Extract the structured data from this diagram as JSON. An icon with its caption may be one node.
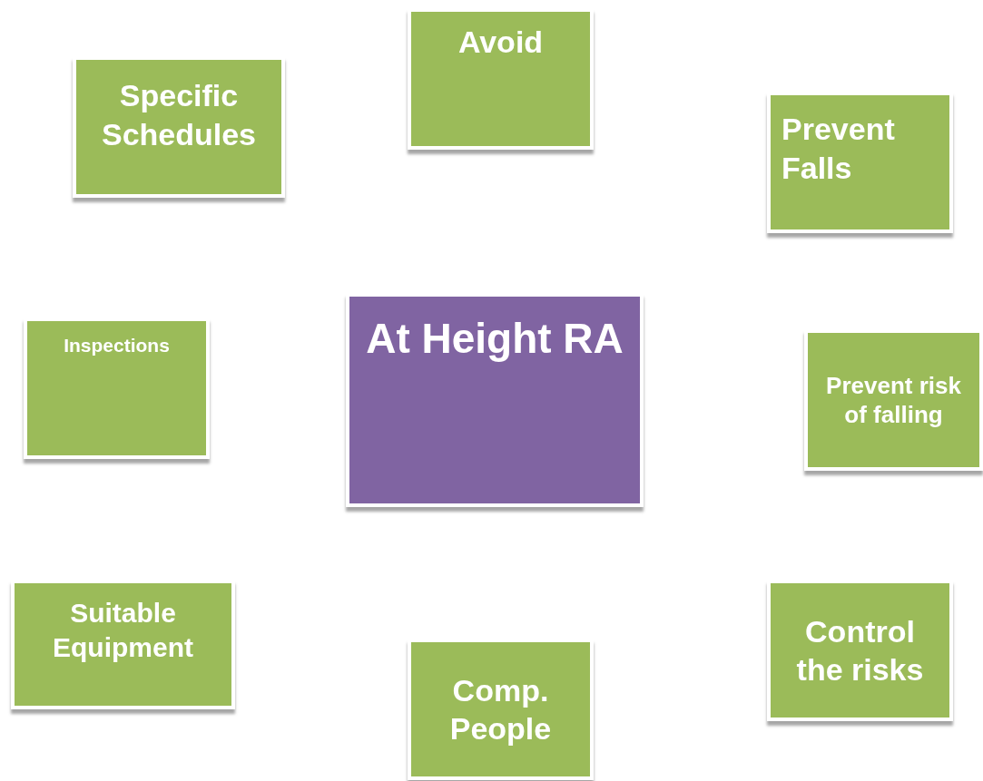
{
  "diagram": {
    "nodes": [
      {
        "text": [
          "Specific Schedules"
        ]
      },
      {
        "text": [
          "Avoid"
        ]
      },
      {
        "text": [
          "Prevent Falls"
        ]
      },
      {
        "text": [
          "Inspections"
        ]
      },
      {
        "text": [
          "At Height RA"
        ]
      },
      {
        "text": [
          "Prevent risk of falling"
        ]
      },
      {
        "text": [
          "Suitable Equipment"
        ]
      },
      {
        "text": [
          "Comp. People"
        ]
      },
      {
        "text": [
          "Control the risks"
        ]
      }
    ]
  }
}
